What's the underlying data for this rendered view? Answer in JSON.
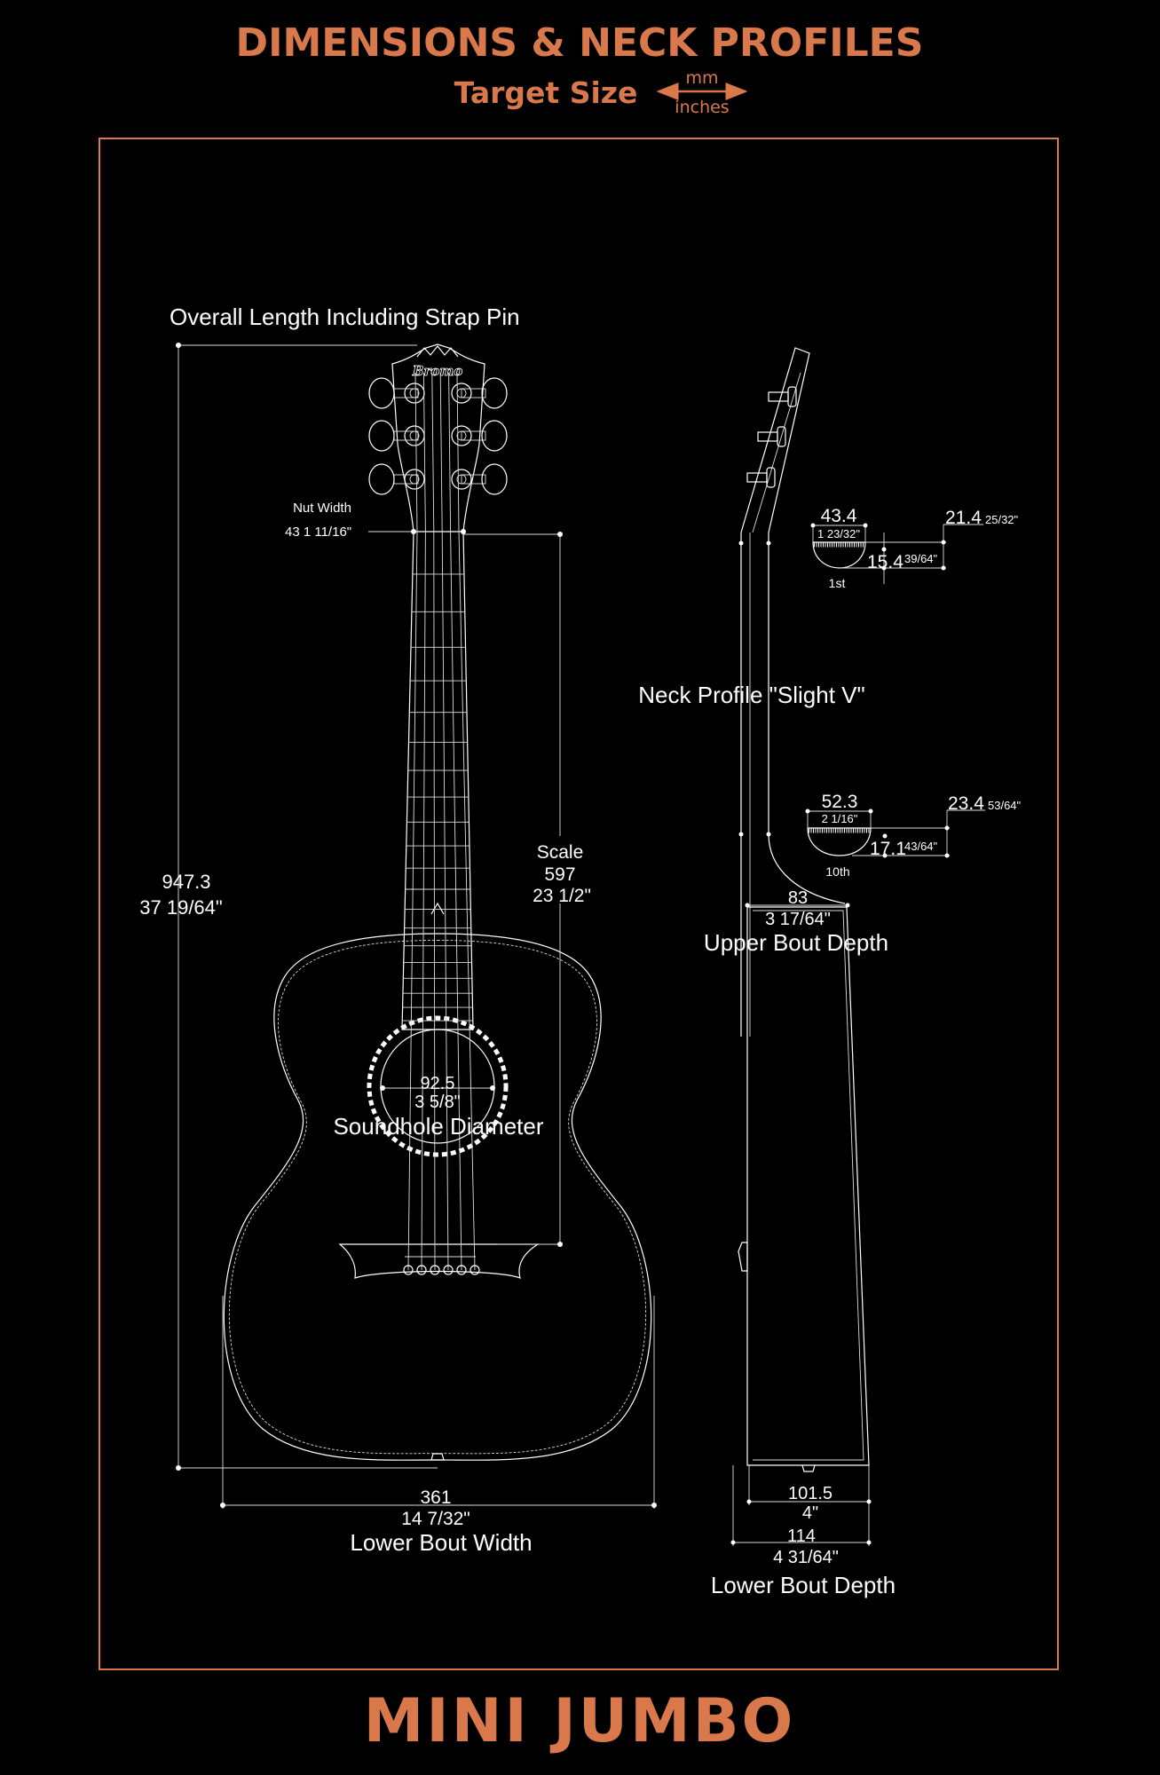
{
  "header": {
    "title": "DIMENSIONS & NECK PROFILES",
    "target_size_label": "Target Size",
    "unit_top": "mm",
    "unit_bottom": "inches"
  },
  "footer": {
    "model_name": "MINI JUMBO"
  },
  "colors": {
    "accent": "#d9794b",
    "background": "#000000",
    "lines": "#ffffff"
  },
  "brand_logo": "Bromo",
  "front_view": {
    "overall_length": {
      "label": "Overall Length Including Strap Pin",
      "mm": "947.3",
      "inches": "37 19/64\""
    },
    "nut_width": {
      "label": "Nut Width",
      "value": "43  1 11/16\""
    },
    "scale": {
      "label": "Scale",
      "mm": "597",
      "inches": "23 1/2\""
    },
    "soundhole": {
      "label": "Soundhole Diameter",
      "mm": "92.5",
      "inches": "3 5/8\""
    },
    "lower_bout_width": {
      "label": "Lower Bout Width",
      "mm": "361",
      "inches": "14 7/32\""
    }
  },
  "side_view": {
    "neck_profile_label": "Neck Profile \"Slight V\"",
    "profiles": [
      {
        "position": "1st",
        "width_mm": "43.4",
        "width_in": "1 23/32\"",
        "total_mm": "21.4",
        "total_in": "25/32\"",
        "depth_mm": "15.4",
        "depth_in": "39/64\""
      },
      {
        "position": "10th",
        "width_mm": "52.3",
        "width_in": "2 1/16\"",
        "total_mm": "23.4",
        "total_in": "53/64\"",
        "depth_mm": "17.1",
        "depth_in": "43/64\""
      }
    ],
    "upper_bout_depth": {
      "label": "Upper Bout Depth",
      "mm": "83",
      "inches": "3 17/64\""
    },
    "lower_bout_depth": {
      "label": "Lower Bout Depth",
      "mm": "114",
      "inches": "4 31/64\"",
      "back_mm": "101.5",
      "back_in": "4\""
    }
  }
}
